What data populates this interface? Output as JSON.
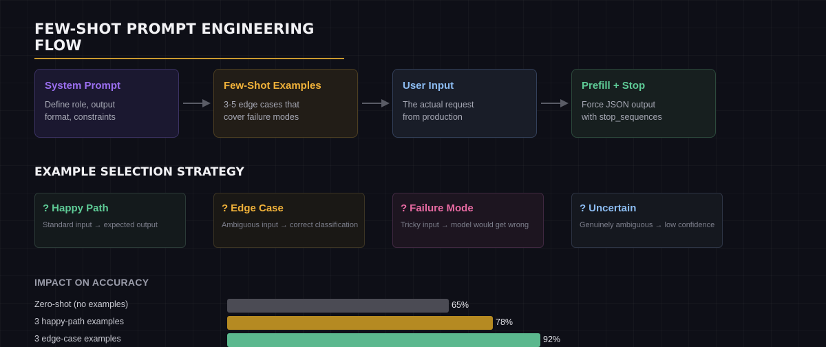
{
  "title": "FEW-SHOT PROMPT ENGINEERING FLOW",
  "flow": [
    {
      "title": "System Prompt",
      "desc": "Define role, output\nformat, constraints",
      "color": "#9b6ff0",
      "bg": "#1b1830",
      "border": "#3b3263"
    },
    {
      "title": "Few-Shot Examples",
      "desc": "3-5 edge cases that\ncover failure modes",
      "color": "#f1b23a",
      "bg": "#221d17",
      "border": "#4d3f22"
    },
    {
      "title": "User Input",
      "desc": "The actual request\nfrom production",
      "color": "#8cbcf2",
      "bg": "#191d28",
      "border": "#33405a"
    },
    {
      "title": "Prefill + Stop",
      "desc": "Force JSON output\nwith stop_sequences",
      "color": "#5ecb96",
      "bg": "#171f1f",
      "border": "#2c4a3c"
    }
  ],
  "strategy_title": "EXAMPLE SELECTION STRATEGY",
  "strategy": [
    {
      "icon": "?",
      "icon_name": "unknown-glyph-icon",
      "label": "Happy Path",
      "desc": "Standard input → expected output",
      "color": "#5ecb96",
      "bg": "#141a1c",
      "border": "#2b3a37"
    },
    {
      "icon": "?",
      "icon_name": "unknown-glyph-icon",
      "label": "Edge Case",
      "desc": "Ambiguous input → correct classification",
      "color": "#f1b23a",
      "bg": "#1a1815",
      "border": "#3b3424"
    },
    {
      "icon": "?",
      "icon_name": "unknown-glyph-icon",
      "label": "Failure Mode",
      "desc": "Tricky input → model would get wrong",
      "color": "#e86aa2",
      "bg": "#1d1520",
      "border": "#3f2840"
    },
    {
      "icon": "?",
      "icon_name": "unknown-glyph-icon",
      "label": "Uncertain",
      "desc": "Genuinely ambiguous → low confidence",
      "color": "#8cbcf2",
      "bg": "#15181f",
      "border": "#2d3444"
    }
  ],
  "impact_title": "IMPACT ON ACCURACY",
  "chart_data": {
    "type": "bar",
    "categories": [
      "Zero-shot (no examples)",
      "3 happy-path examples",
      "3 edge-case examples"
    ],
    "values": [
      65,
      78,
      92
    ],
    "value_labels": [
      "65%",
      "78%",
      "92%"
    ],
    "colors": [
      "#4b4b54",
      "#b58a22",
      "#5bb88e"
    ],
    "ylim": [
      0,
      100
    ]
  }
}
